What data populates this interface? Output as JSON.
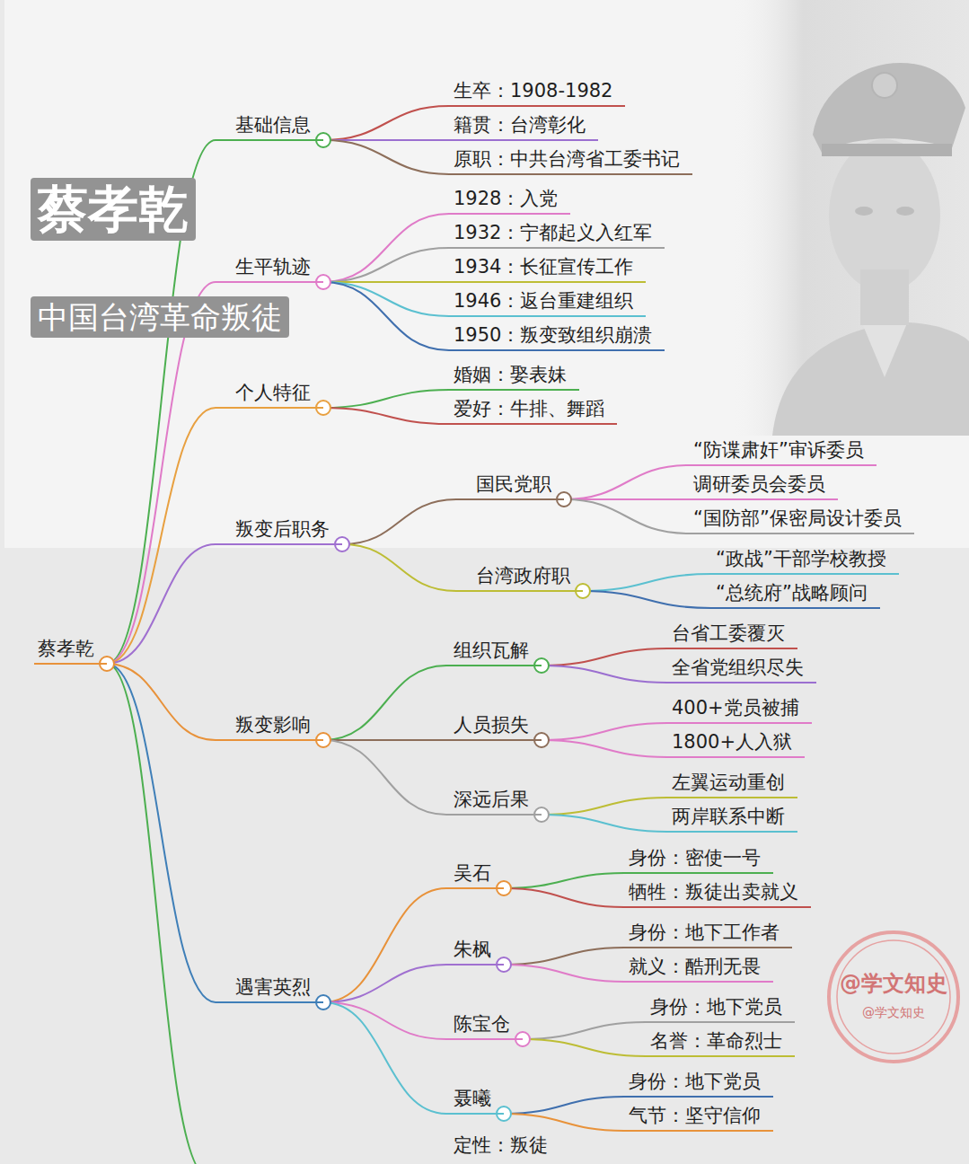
{
  "diagram": {
    "title": "蔡孝乾",
    "caption": "中国台湾革命叛徒",
    "nodes": [
      {
        "text": [
          "蔡孝乾"
        ]
      },
      {
        "text": [
          "基础信息"
        ]
      },
      {
        "text": [
          "生卒：1908-1982"
        ]
      },
      {
        "text": [
          "籍贯：台湾彰化"
        ]
      },
      {
        "text": [
          "原职：中共台湾省工委书记"
        ]
      },
      {
        "text": [
          "生平轨迹"
        ]
      },
      {
        "text": [
          "1928：入党"
        ]
      },
      {
        "text": [
          "1932：宁都起义入红军"
        ]
      },
      {
        "text": [
          "1934：长征宣传工作"
        ]
      },
      {
        "text": [
          "1946：返台重建组织"
        ]
      },
      {
        "text": [
          "1950：叛变致组织崩溃"
        ]
      },
      {
        "text": [
          "个人特征"
        ]
      },
      {
        "text": [
          "婚姻：娶表妹"
        ]
      },
      {
        "text": [
          "爱好：牛排、舞蹈"
        ]
      },
      {
        "text": [
          "叛变后职务"
        ]
      },
      {
        "text": [
          "国民党职"
        ]
      },
      {
        "text": [
          "“防谍肃奸”审诉委员"
        ]
      },
      {
        "text": [
          "调研委员会委员"
        ]
      },
      {
        "text": [
          "“国防部”保密局设计委员"
        ]
      },
      {
        "text": [
          "台湾政府职"
        ]
      },
      {
        "text": [
          "“政战”干部学校教授"
        ]
      },
      {
        "text": [
          "“总统府”战略顾问"
        ]
      },
      {
        "text": [
          "叛变影响"
        ]
      },
      {
        "text": [
          "组织瓦解"
        ]
      },
      {
        "text": [
          "台省工委覆灭"
        ]
      },
      {
        "text": [
          "全省党组织尽失"
        ]
      },
      {
        "text": [
          "人员损失"
        ]
      },
      {
        "text": [
          "400+党员被捕"
        ]
      },
      {
        "text": [
          "1800+人入狱"
        ]
      },
      {
        "text": [
          "深远后果"
        ]
      },
      {
        "text": [
          "左翼运动重创"
        ]
      },
      {
        "text": [
          "两岸联系中断"
        ]
      },
      {
        "text": [
          "遇害英烈"
        ]
      },
      {
        "text": [
          "吴石"
        ]
      },
      {
        "text": [
          "身份：密使一号"
        ]
      },
      {
        "text": [
          "牺牲：叛徒出卖就义"
        ]
      },
      {
        "text": [
          "朱枫"
        ]
      },
      {
        "text": [
          "身份：地下工作者"
        ]
      },
      {
        "text": [
          "就义：酷刑无畏"
        ]
      },
      {
        "text": [
          "陈宝仓"
        ]
      },
      {
        "text": [
          "身份：地下党员"
        ]
      },
      {
        "text": [
          "名誉：革命烈士"
        ]
      },
      {
        "text": [
          "聂曦"
        ]
      },
      {
        "text": [
          "身份：地下党员"
        ]
      },
      {
        "text": [
          "气节：坚守信仰"
        ]
      }
    ],
    "edges": [
      {
        "from": 0,
        "to": 1,
        "arrow": "none"
      },
      {
        "from": 1,
        "to": 2,
        "arrow": "none"
      },
      {
        "from": 1,
        "to": 3,
        "arrow": "none"
      },
      {
        "from": 1,
        "to": 4,
        "arrow": "none"
      },
      {
        "from": 0,
        "to": 5,
        "arrow": "none"
      },
      {
        "from": 5,
        "to": 6,
        "arrow": "none"
      },
      {
        "from": 5,
        "to": 7,
        "arrow": "none"
      },
      {
        "from": 5,
        "to": 8,
        "arrow": "none"
      },
      {
        "from": 5,
        "to": 9,
        "arrow": "none"
      },
      {
        "from": 5,
        "to": 10,
        "arrow": "none"
      },
      {
        "from": 0,
        "to": 11,
        "arrow": "none"
      },
      {
        "from": 11,
        "to": 12,
        "arrow": "none"
      },
      {
        "from": 11,
        "to": 13,
        "arrow": "none"
      },
      {
        "from": 0,
        "to": 14,
        "arrow": "none"
      },
      {
        "from": 14,
        "to": 15,
        "arrow": "none"
      },
      {
        "from": 15,
        "to": 16,
        "arrow": "none"
      },
      {
        "from": 15,
        "to": 17,
        "arrow": "none"
      },
      {
        "from": 15,
        "to": 18,
        "arrow": "none"
      },
      {
        "from": 14,
        "to": 19,
        "arrow": "none"
      },
      {
        "from": 19,
        "to": 20,
        "arrow": "none"
      },
      {
        "from": 19,
        "to": 21,
        "arrow": "none"
      },
      {
        "from": 0,
        "to": 22,
        "arrow": "none"
      },
      {
        "from": 22,
        "to": 23,
        "arrow": "none"
      },
      {
        "from": 23,
        "to": 24,
        "arrow": "none"
      },
      {
        "from": 23,
        "to": 25,
        "arrow": "none"
      },
      {
        "from": 22,
        "to": 26,
        "arrow": "none"
      },
      {
        "from": 26,
        "to": 27,
        "arrow": "none"
      },
      {
        "from": 26,
        "to": 28,
        "arrow": "none"
      },
      {
        "from": 22,
        "to": 29,
        "arrow": "none"
      },
      {
        "from": 29,
        "to": 30,
        "arrow": "none"
      },
      {
        "from": 29,
        "to": 31,
        "arrow": "none"
      },
      {
        "from": 0,
        "to": 32,
        "arrow": "none"
      },
      {
        "from": 32,
        "to": 33,
        "arrow": "none"
      },
      {
        "from": 33,
        "to": 34,
        "arrow": "none"
      },
      {
        "from": 33,
        "to": 35,
        "arrow": "none"
      },
      {
        "from": 32,
        "to": 36,
        "arrow": "none"
      },
      {
        "from": 36,
        "to": 37,
        "arrow": "none"
      },
      {
        "from": 36,
        "to": 38,
        "arrow": "none"
      },
      {
        "from": 32,
        "to": 39,
        "arrow": "none"
      },
      {
        "from": 39,
        "to": 40,
        "arrow": "none"
      },
      {
        "from": 39,
        "to": 41,
        "arrow": "none"
      },
      {
        "from": 32,
        "to": 42,
        "arrow": "none"
      },
      {
        "from": 42,
        "to": 43,
        "arrow": "none"
      },
      {
        "from": 42,
        "to": 44,
        "arrow": "none"
      }
    ],
    "labels": [
      "@学文知史",
      "@学文知史",
      "定性：叛徒"
    ]
  }
}
